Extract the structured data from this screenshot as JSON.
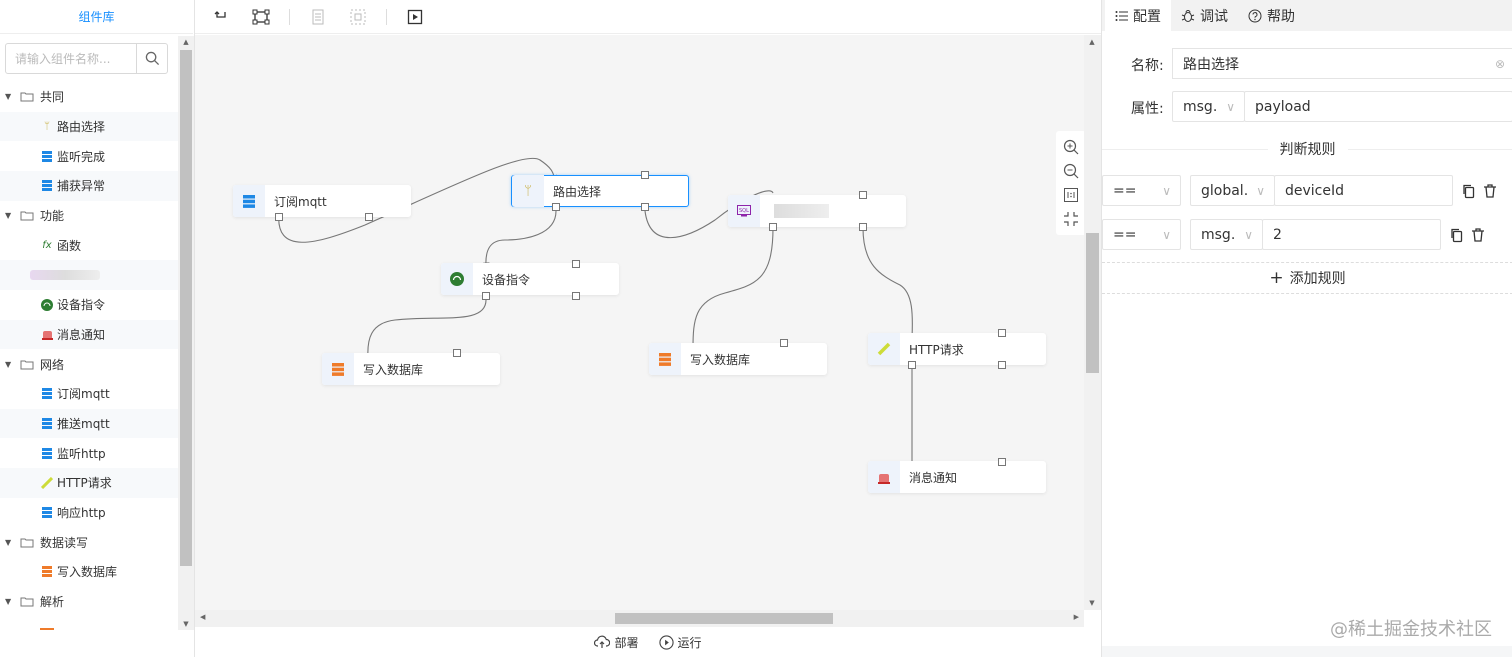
{
  "sidebar": {
    "title": "组件库",
    "search_placeholder": "请输入组件名称...",
    "categories": [
      {
        "label": "共同",
        "items": [
          "路由选择",
          "监听完成",
          "捕获异常"
        ]
      },
      {
        "label": "功能",
        "items": [
          "函数",
          "",
          "设备指令",
          "消息通知"
        ]
      },
      {
        "label": "网络",
        "items": [
          "订阅mqtt",
          "推送mqtt",
          "监听http",
          "HTTP请求",
          "响应http"
        ]
      },
      {
        "label": "数据读写",
        "items": [
          "写入数据库"
        ]
      },
      {
        "label": "解析",
        "items": []
      }
    ]
  },
  "canvas": {
    "nodes": {
      "n1": "订阅mqtt",
      "n2": "路由选择",
      "n3": "设备指令",
      "n4": "写入数据库",
      "n5": "写入数据库",
      "n6": "HTTP请求",
      "n7": "消息通知"
    }
  },
  "footer": {
    "deploy": "部署",
    "run": "运行"
  },
  "panel": {
    "tabs": [
      "配置",
      "调试",
      "帮助"
    ],
    "name_label": "名称:",
    "name_value": "路由选择",
    "attr_label": "属性:",
    "attr_prefix": "msg.",
    "attr_value": "payload",
    "rules_title": "判断规则",
    "rules": [
      {
        "op": "==",
        "scope": "global.",
        "value": "deviceId"
      },
      {
        "op": "==",
        "scope": "msg.",
        "value": "2"
      }
    ],
    "add_rule": "添加规则"
  },
  "watermark": "@稀土掘金技术社区",
  "colors": {
    "accent": "#1890ff",
    "selected_border": "#1890ff",
    "canvas_bg": "#f5f5f5"
  }
}
